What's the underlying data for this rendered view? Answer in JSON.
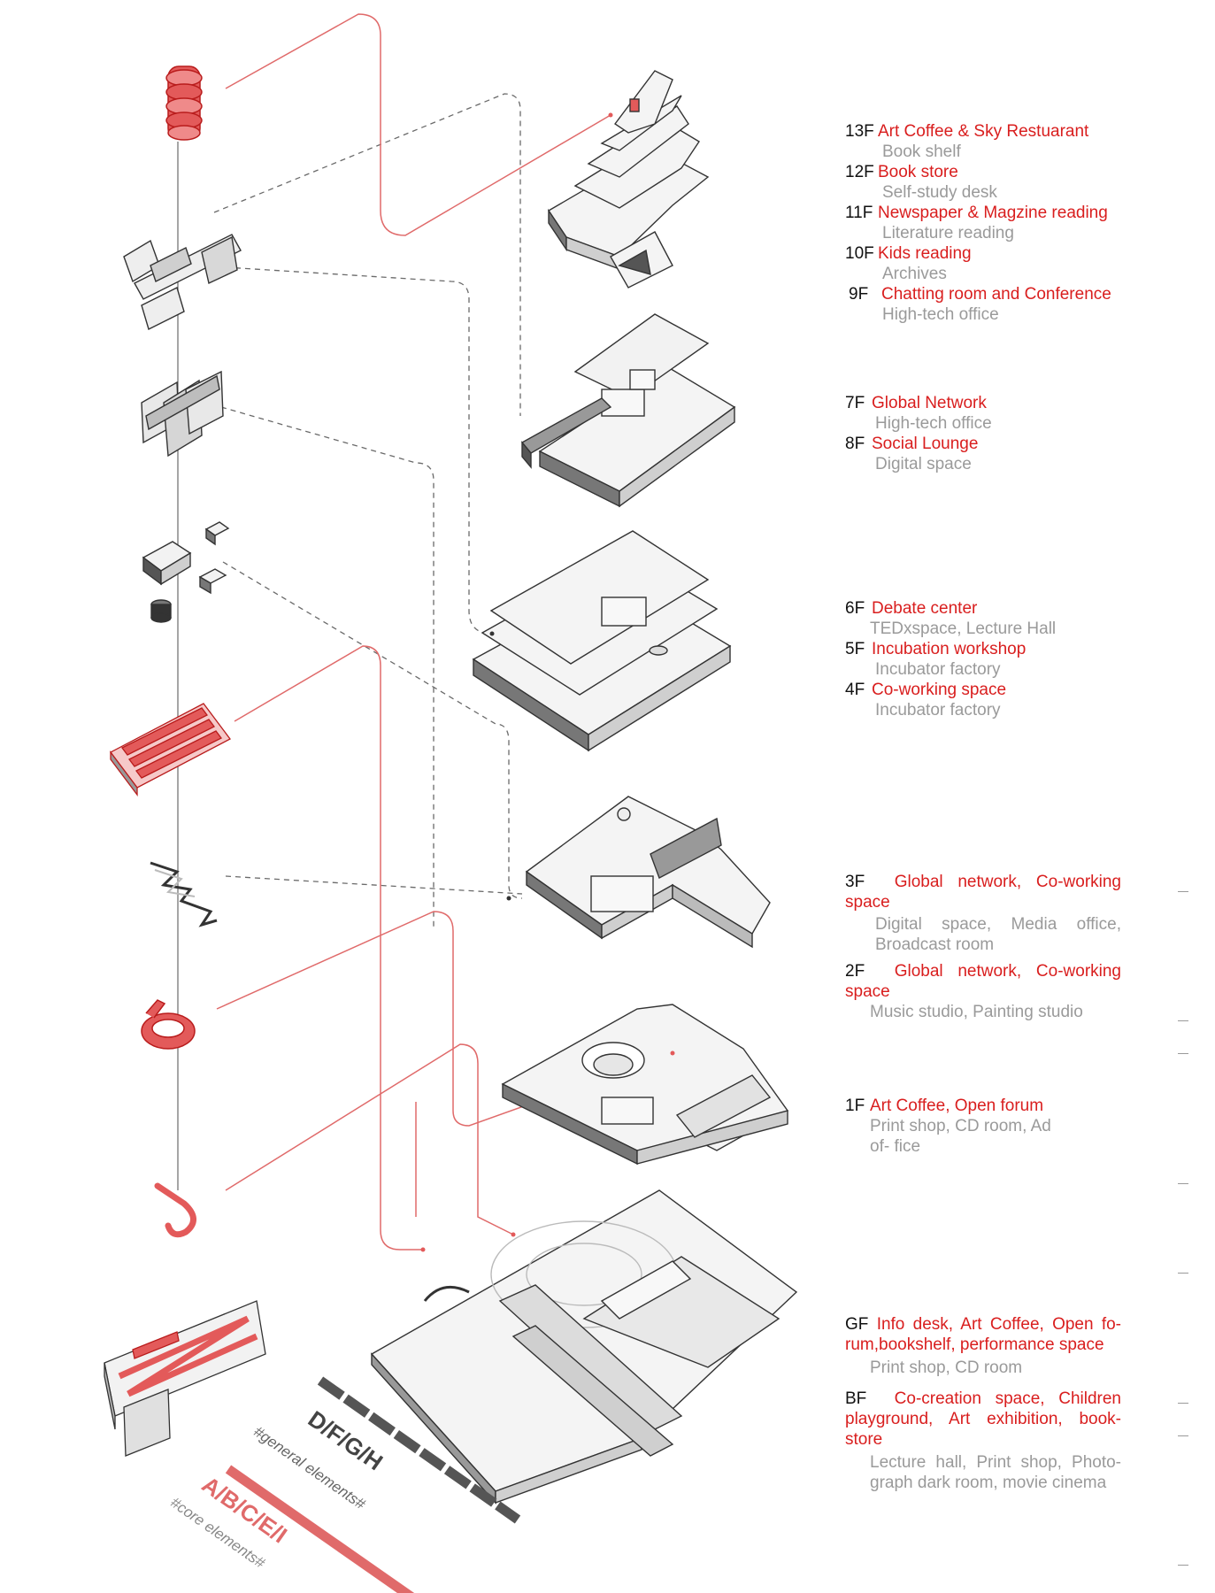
{
  "floors": [
    {
      "group": 1,
      "level": "13F",
      "name": "Art Coffee & Sky Restuarant",
      "sub": "Book shelf"
    },
    {
      "group": 1,
      "level": "12F",
      "name": "Book store",
      "sub": "Self-study desk"
    },
    {
      "group": 1,
      "level": "11F",
      "name": "Newspaper & Magzine reading",
      "sub": "Literature reading"
    },
    {
      "group": 1,
      "level": "10F",
      "name": "Kids reading",
      "sub": "Archives"
    },
    {
      "group": 1,
      "level": "9F",
      "name": "Chatting room and Conference",
      "sub": "High-tech office"
    },
    {
      "group": 2,
      "level": "7F",
      "name": "Global Network",
      "sub": "High-tech office"
    },
    {
      "group": 2,
      "level": "8F",
      "name": "Social Lounge",
      "sub": "Digital space"
    },
    {
      "group": 3,
      "level": "6F",
      "name": "Debate center",
      "sub": "TEDxspace, Lecture Hall"
    },
    {
      "group": 3,
      "level": "5F",
      "name": "Incubation workshop",
      "sub": "Incubator  factory"
    },
    {
      "group": 3,
      "level": "4F",
      "name": "Co-working space",
      "sub": "Incubator  factory"
    },
    {
      "group": 4,
      "level": "3F",
      "name": "Global   network,   Co-working space",
      "sub": "Digital space,   Media office, Broadcast room"
    },
    {
      "group": 4,
      "level": "2F",
      "name": "Global   network,   Co-working space",
      "sub": "Music studio, Painting studio"
    },
    {
      "group": 5,
      "level": "1F",
      "name": "Art Coffee, Open forum",
      "sub": "Print shop, CD room, Ad of- fice"
    },
    {
      "group": 6,
      "level": "GF",
      "name": "Info desk, Art Coffee, Open fo- rum,bookshelf, performance space",
      "sub": "Print shop, CD room"
    },
    {
      "group": 6,
      "level": "BF",
      "name": "Co-creation  space,  Children playground, Art exhibition, book- store",
      "sub": "Lecture hall, Print shop, Photo- graph dark room, movie cinema"
    }
  ],
  "legend_tags": {
    "general_letters": "D/F/G/H",
    "general_label": "#general elements#",
    "core_letters": "A/B/C/E/I",
    "core_label": "#core elements#"
  },
  "colors": {
    "accent": "#d91e1e",
    "text": "#111111",
    "muted": "#9a9a9a",
    "bar_gray": "#555555",
    "bar_red": "#e06a6a"
  }
}
